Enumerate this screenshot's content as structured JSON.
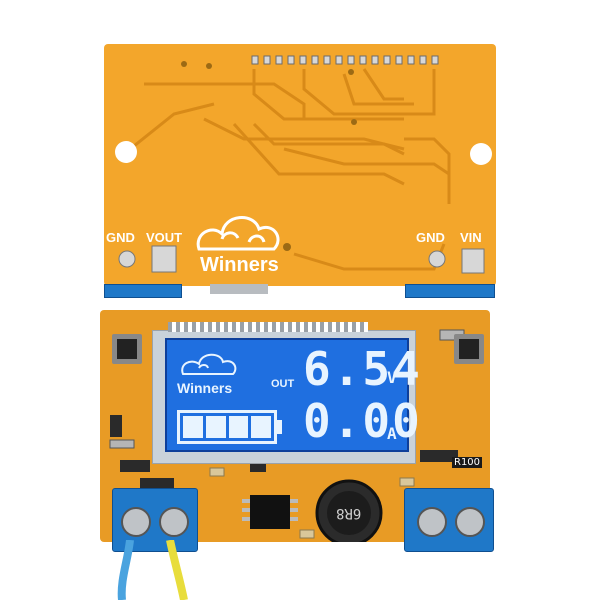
{
  "top_board": {
    "label_gnd_left": "GND",
    "label_vout": "VOUT",
    "label_gnd_right": "GND",
    "label_vin": "VIN",
    "brand": "Winners"
  },
  "lcd": {
    "brand": "Winners",
    "out_label": "OUT",
    "voltage": "6.54",
    "voltage_unit": "V",
    "current": "0.00",
    "current_unit": "A",
    "battery_level": 1.0
  },
  "bottom_board": {
    "inductor_marking": "6R8",
    "resistor_marking": "R100"
  }
}
